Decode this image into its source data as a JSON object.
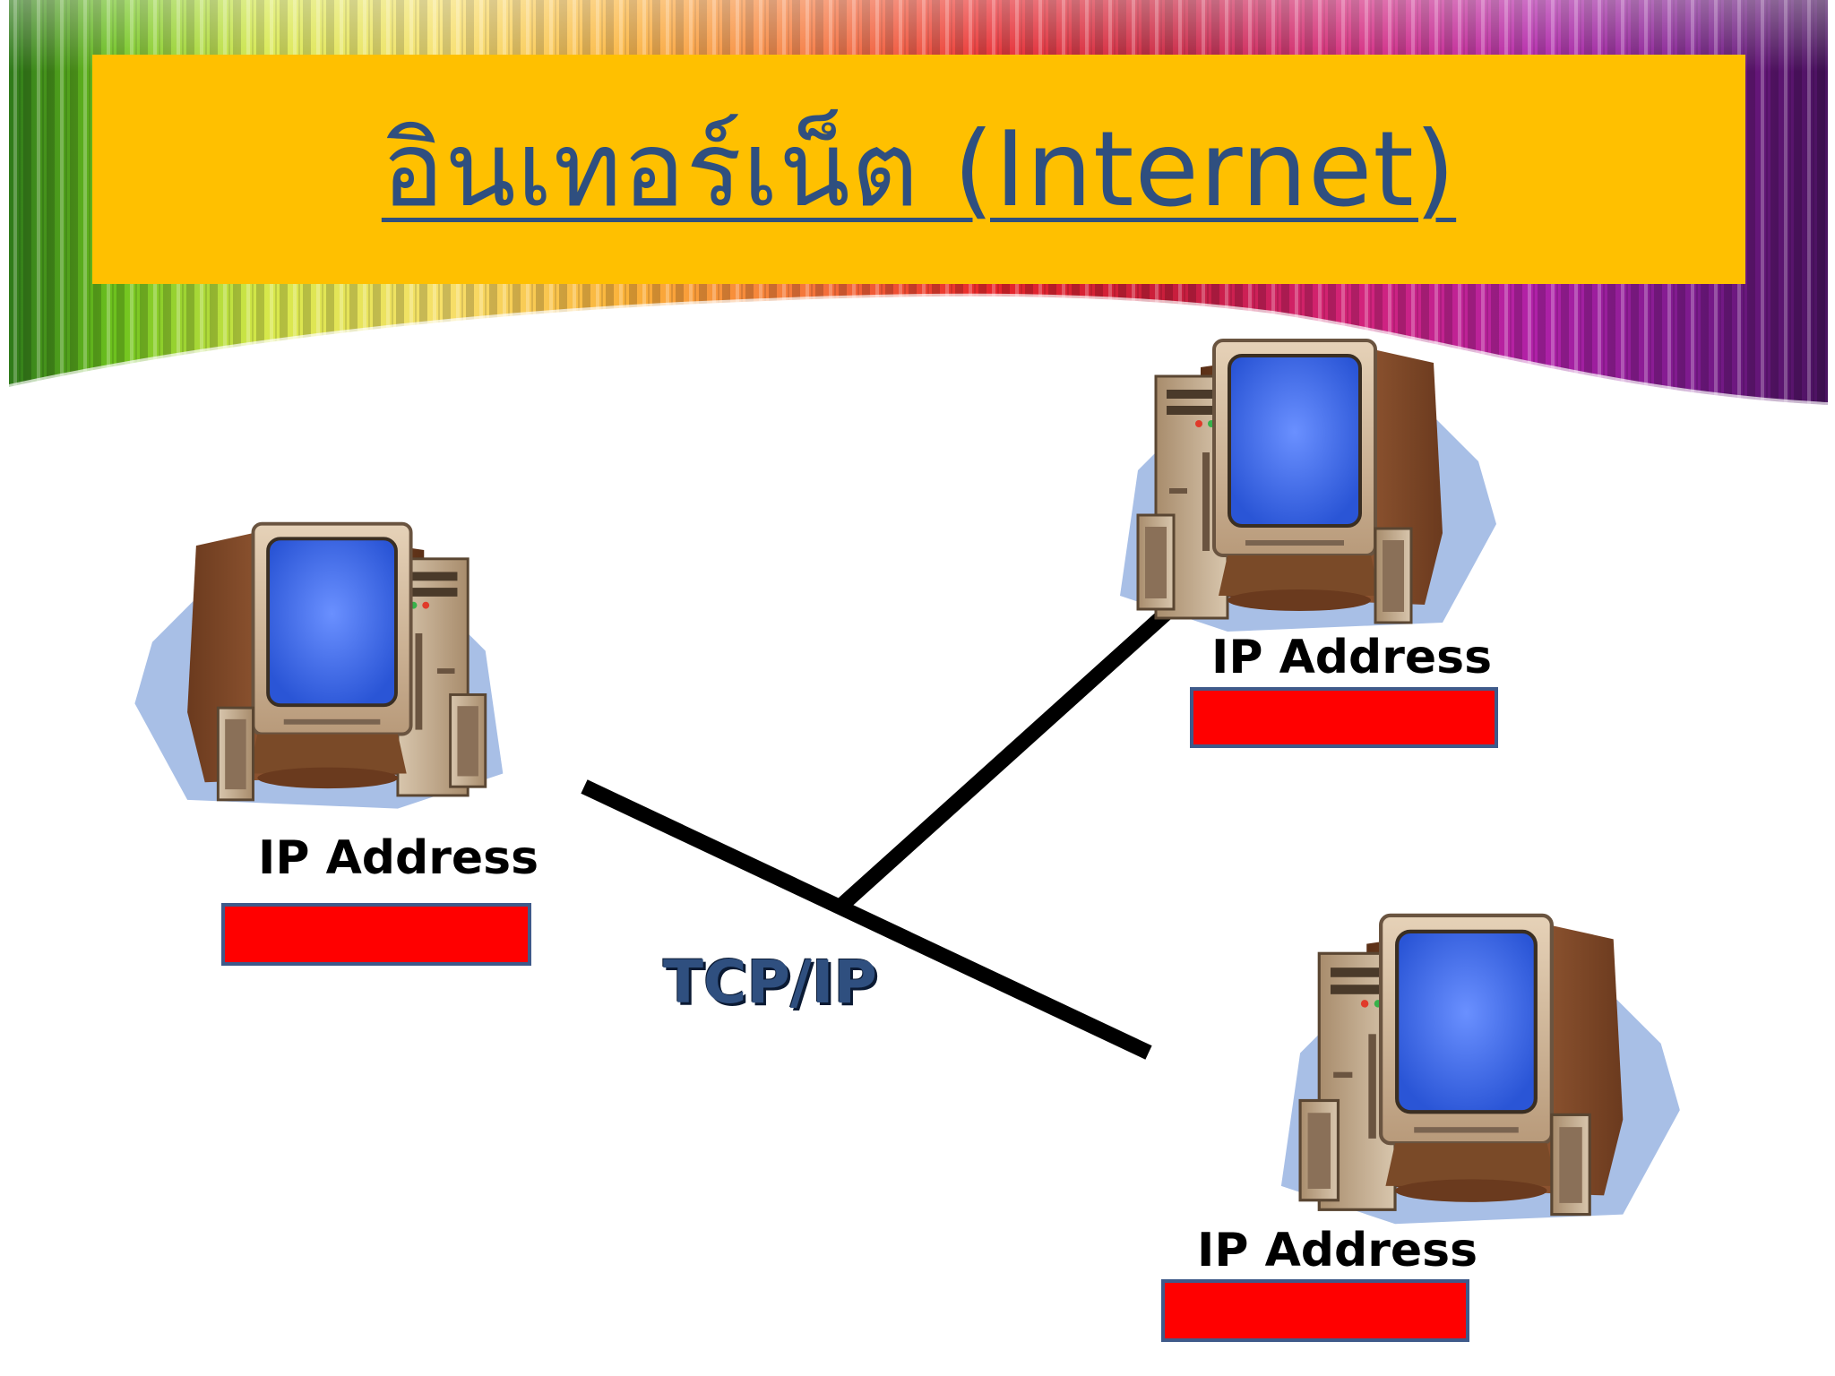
{
  "slide": {
    "title": "อินเทอร์เน็ต (Internet)",
    "banner_color": "#FFC000",
    "title_color": "#2F4F7F"
  },
  "network": {
    "protocol_label": "TCP/IP",
    "nodes": [
      {
        "label": "IP Address",
        "address_value": "",
        "box_color": "#FF0000"
      },
      {
        "label": "IP Address",
        "address_value": "",
        "box_color": "#FF0000"
      },
      {
        "label": "IP Address",
        "address_value": "",
        "box_color": "#FF0000"
      }
    ],
    "link_color": "#000000"
  },
  "icons": [
    "rainbow-stripes-decoration",
    "desktop-computer-icon"
  ]
}
